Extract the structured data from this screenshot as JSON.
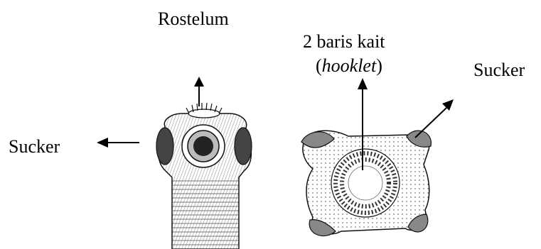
{
  "labels": {
    "rostelum": "Rostelum",
    "hooklet_line1": "2 baris kait",
    "hooklet_paren_open": "(",
    "hooklet_term": "hooklet",
    "hooklet_paren_close": ")",
    "sucker_left": "Sucker",
    "sucker_right": "Sucker"
  }
}
